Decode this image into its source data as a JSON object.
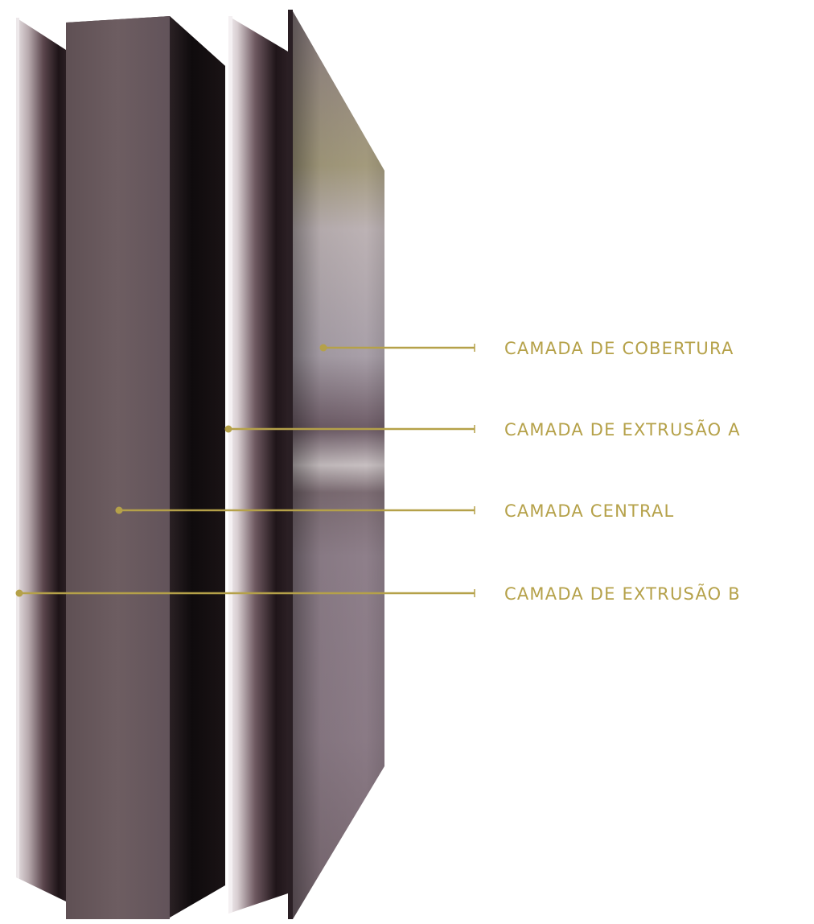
{
  "colors": {
    "accent": "#b5a149",
    "panel_dark": "#3a2c31",
    "panel_mid": "#6c5c60",
    "background": "#ffffff"
  },
  "labels": {
    "cover_layer": "CAMADA DE COBERTURA",
    "extrusion_layer_a": "CAMADA DE EXTRUSÃO A",
    "core_layer": "CAMADA CENTRAL",
    "extrusion_layer_b": "CAMADA DE EXTRUSÃO B"
  }
}
